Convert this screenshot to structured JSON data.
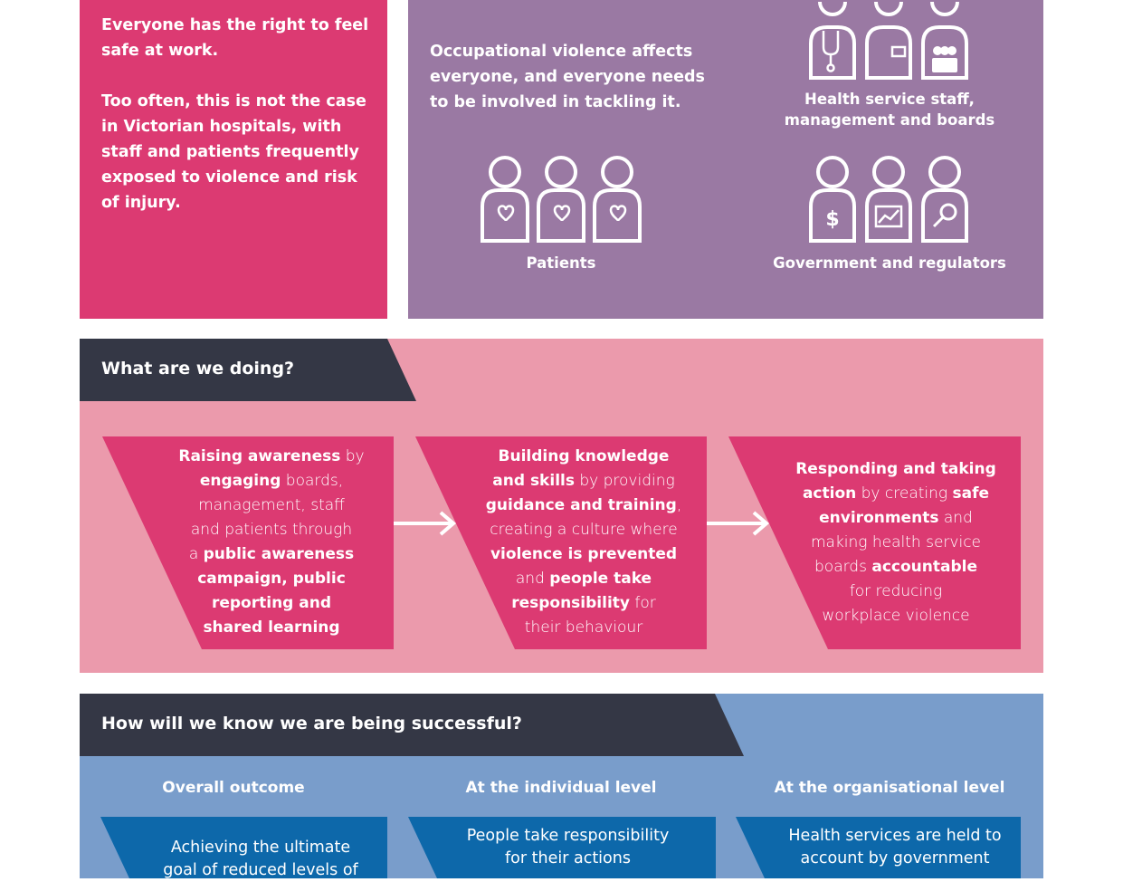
{
  "intro": {
    "para1": "Everyone has the right to feel safe at work.",
    "para2": "Too often, this is not the case in Victorian hospitals, with staff and patients frequently exposed to violence and risk of injury."
  },
  "stakeholders": {
    "intro": "Occupational violence affects everyone, and everyone needs to be involved in tackling it.",
    "groups": [
      {
        "label_line1": "Health service staff,",
        "label_line2": "management and boards",
        "icons": [
          "stethoscope-icon",
          "id-badge-icon",
          "meeting-group-icon"
        ]
      },
      {
        "label": "Patients",
        "icons": [
          "heart-icon",
          "heart-icon",
          "heart-icon"
        ]
      },
      {
        "label": "Government and regulators",
        "icons": [
          "dollar-icon",
          "trend-chart-icon",
          "magnifier-icon"
        ]
      }
    ]
  },
  "doing": {
    "title": "What are we doing?",
    "steps": [
      {
        "lines": [
          [
            [
              "Raising awareness",
              true
            ],
            [
              " by",
              false
            ]
          ],
          [
            [
              "engaging",
              true
            ],
            [
              " boards,",
              false
            ]
          ],
          [
            [
              "management, staff",
              false
            ]
          ],
          [
            [
              "and patients through",
              false
            ]
          ],
          [
            [
              "a ",
              false
            ],
            [
              "public awareness",
              true
            ]
          ],
          [
            [
              "campaign, public",
              true
            ]
          ],
          [
            [
              "reporting and",
              true
            ]
          ],
          [
            [
              "shared learning",
              true
            ]
          ]
        ]
      },
      {
        "lines": [
          [
            [
              "Building knowledge",
              true
            ]
          ],
          [
            [
              "and skills",
              true
            ],
            [
              " by providing",
              false
            ]
          ],
          [
            [
              "guidance and training",
              true
            ],
            [
              ",",
              false
            ]
          ],
          [
            [
              "creating a culture where",
              false
            ]
          ],
          [
            [
              "violence is prevented",
              true
            ]
          ],
          [
            [
              "and ",
              false
            ],
            [
              "people take",
              true
            ]
          ],
          [
            [
              "responsibility",
              true
            ],
            [
              " for",
              false
            ]
          ],
          [
            [
              "their behaviour",
              false
            ]
          ]
        ]
      },
      {
        "lines": [
          [
            [
              "Responding and taking",
              true
            ]
          ],
          [
            [
              "action",
              true
            ],
            [
              " by creating ",
              false
            ],
            [
              "safe",
              true
            ]
          ],
          [
            [
              "environments",
              true
            ],
            [
              " and",
              false
            ]
          ],
          [
            [
              "making health service",
              false
            ]
          ],
          [
            [
              "boards ",
              false
            ],
            [
              "accountable",
              true
            ]
          ],
          [
            [
              "for reducing",
              false
            ]
          ],
          [
            [
              "workplace violence",
              false
            ]
          ]
        ]
      }
    ]
  },
  "success": {
    "title": "How will we know we are being successful?",
    "columns": [
      {
        "heading": "Overall outcome",
        "line1": "Achieving the ultimate",
        "line2": "goal of reduced levels of"
      },
      {
        "heading": "At the individual level",
        "line1": "People take responsibility",
        "line2": "for their actions"
      },
      {
        "heading": "At the organisational level",
        "line1": "Health services are held to",
        "line2": "account by government"
      }
    ]
  },
  "colors": {
    "pink": "#dc3a72",
    "purple": "#9a79a3",
    "light_pink": "#eb9aac",
    "dark_header": "#343745",
    "light_blue": "#799dcb",
    "dark_blue": "#0d68aa"
  }
}
